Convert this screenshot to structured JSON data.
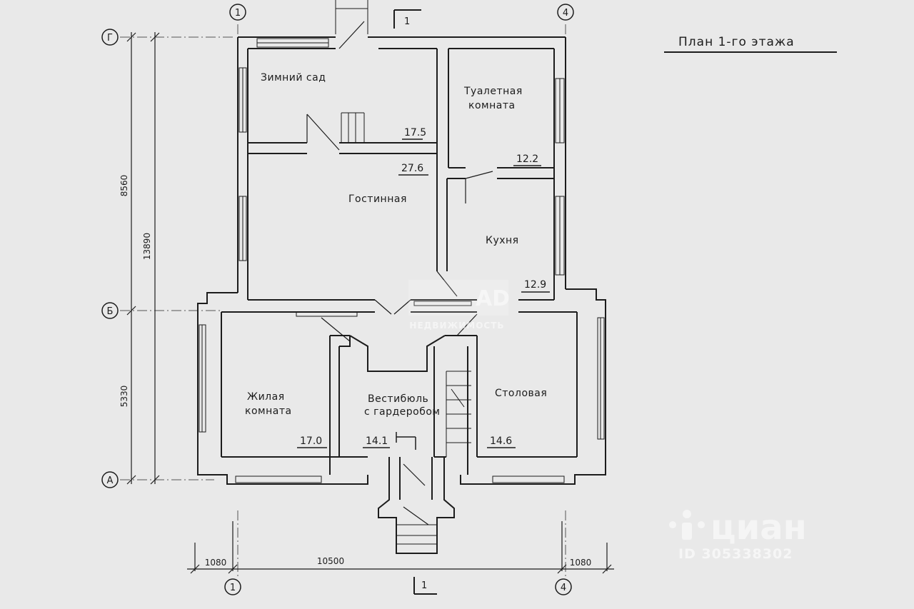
{
  "title": "План 1-го этажа",
  "rooms": [
    {
      "name": "Зимний сад",
      "area": "17.5"
    },
    {
      "name_line1": "Туалетная",
      "name_line2": "комната",
      "area": "12.2"
    },
    {
      "name": "Гостинная",
      "area": "27.6"
    },
    {
      "name": "Кухня",
      "area": "12.9"
    },
    {
      "name_line1": "Жилая",
      "name_line2": "комната",
      "area": "17.0"
    },
    {
      "name_line1": "Вестибюль",
      "name_line2": "с гардеробом",
      "area": "14.1"
    },
    {
      "name": "Столовая",
      "area": "14.6"
    }
  ],
  "axes": {
    "vertical": [
      "1",
      "4"
    ],
    "horizontal": [
      "Г",
      "Б",
      "А"
    ]
  },
  "section_marks": [
    "1",
    "1"
  ],
  "dimensions": {
    "vertical": [
      "8560",
      "13890",
      "5330"
    ],
    "horizontal": [
      "1080",
      "10500",
      "1080"
    ]
  },
  "watermarks": {
    "cian_brand": "циан",
    "cian_id": "ID 305338302",
    "center_brand": "AD",
    "center_sub": "НЕДВИЖИМОСТЬ"
  }
}
